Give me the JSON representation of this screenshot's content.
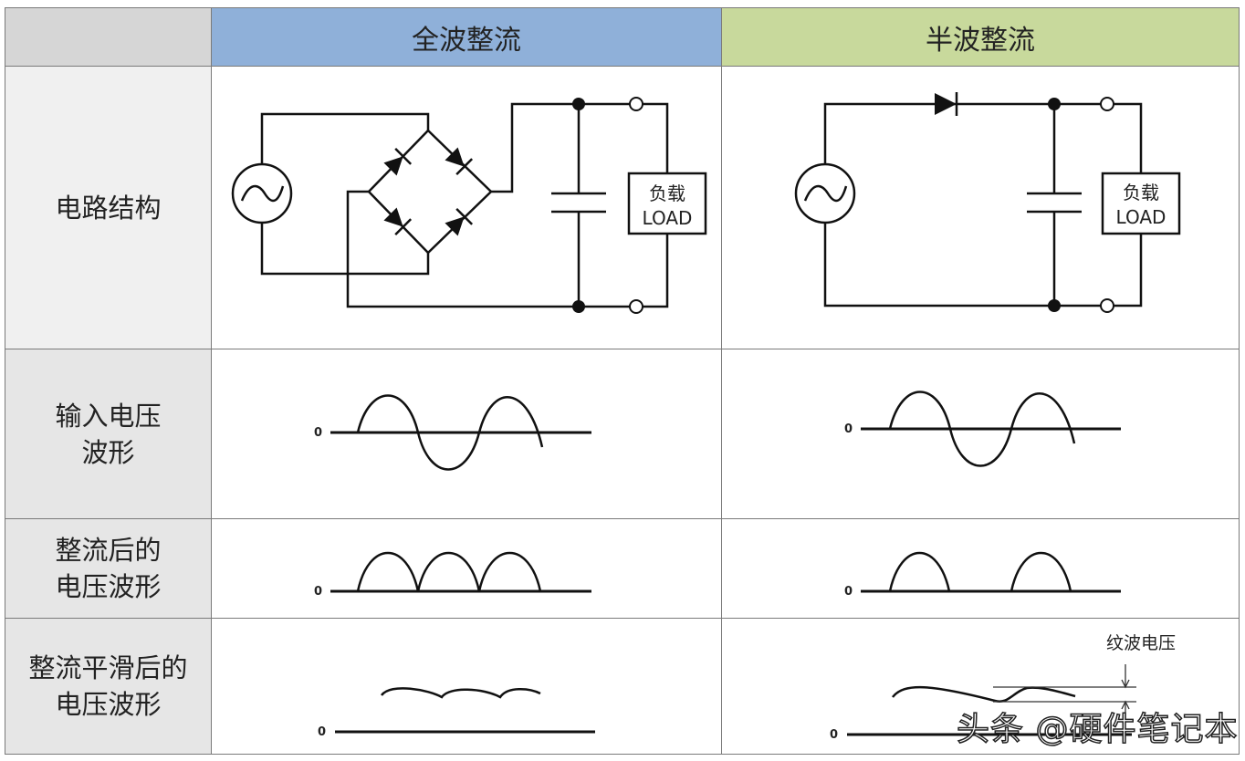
{
  "header": {
    "corner": "",
    "col_full": "全波整流",
    "col_half": "半波整流"
  },
  "rows": [
    {
      "label_lines": [
        "电路结构"
      ]
    },
    {
      "label_lines": [
        "输入电压",
        "波形"
      ]
    },
    {
      "label_lines": [
        "整流后的",
        "电压波形"
      ]
    },
    {
      "label_lines": [
        "整流平滑后的",
        "电压波形"
      ]
    }
  ],
  "circuit": {
    "load_cn": "负载",
    "load_en": "LOAD"
  },
  "axis_zero": "0",
  "ripple_label": "纹波电压",
  "watermark": "头条 @硬件笔记本",
  "colors": {
    "full_header": "#8fb0d9",
    "half_header": "#c8d99c",
    "label_bg": "#e6e6e6"
  }
}
